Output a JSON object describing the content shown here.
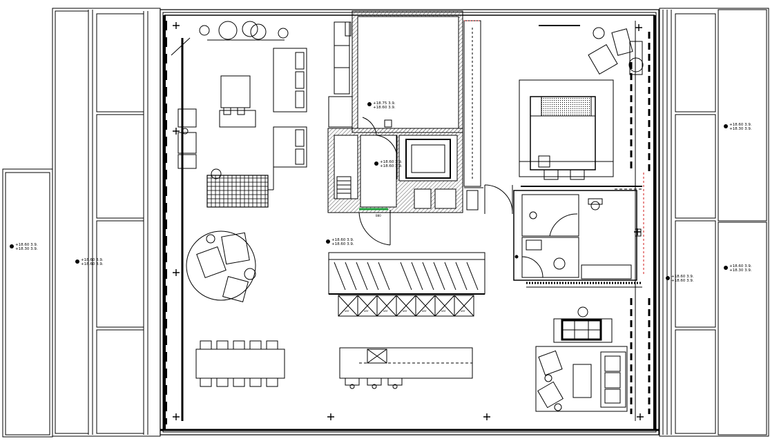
{
  "drawing": {
    "type": "architectural floor plan",
    "level_marks": {
      "left_terrace_outer": [
        "+18.60 3.9.",
        "+18.30 3.9."
      ],
      "left_terrace": [
        "+18.60 3.9.",
        "+18.60 3.9."
      ],
      "core_upper": [
        "+18.75 3.9.",
        "+18.60 3.9."
      ],
      "core_middle": [
        "+18.60 3.9.",
        "+18.60 3.9."
      ],
      "living": [
        "+18.60 3.9.",
        "+18.60 3.9."
      ],
      "bath_right": [
        "+18.60 3.9.",
        "+18.60 3.9."
      ],
      "right_terrace_upper": [
        "+18.60 3.9.",
        "+18.30 3.9."
      ],
      "right_terrace_lower": [
        "+18.60 3.9.",
        "+18.30 3.9."
      ]
    },
    "door_tag": "B80",
    "kitchen_cabinet_tags": [
      "ver",
      "ver",
      "ver",
      "ver",
      "ver",
      "ver",
      "ver"
    ],
    "colors": {
      "line": "#000000",
      "hatch": "#9a9a9a",
      "accent_green": "#1e9e3a",
      "accent_red": "#d01818"
    }
  }
}
